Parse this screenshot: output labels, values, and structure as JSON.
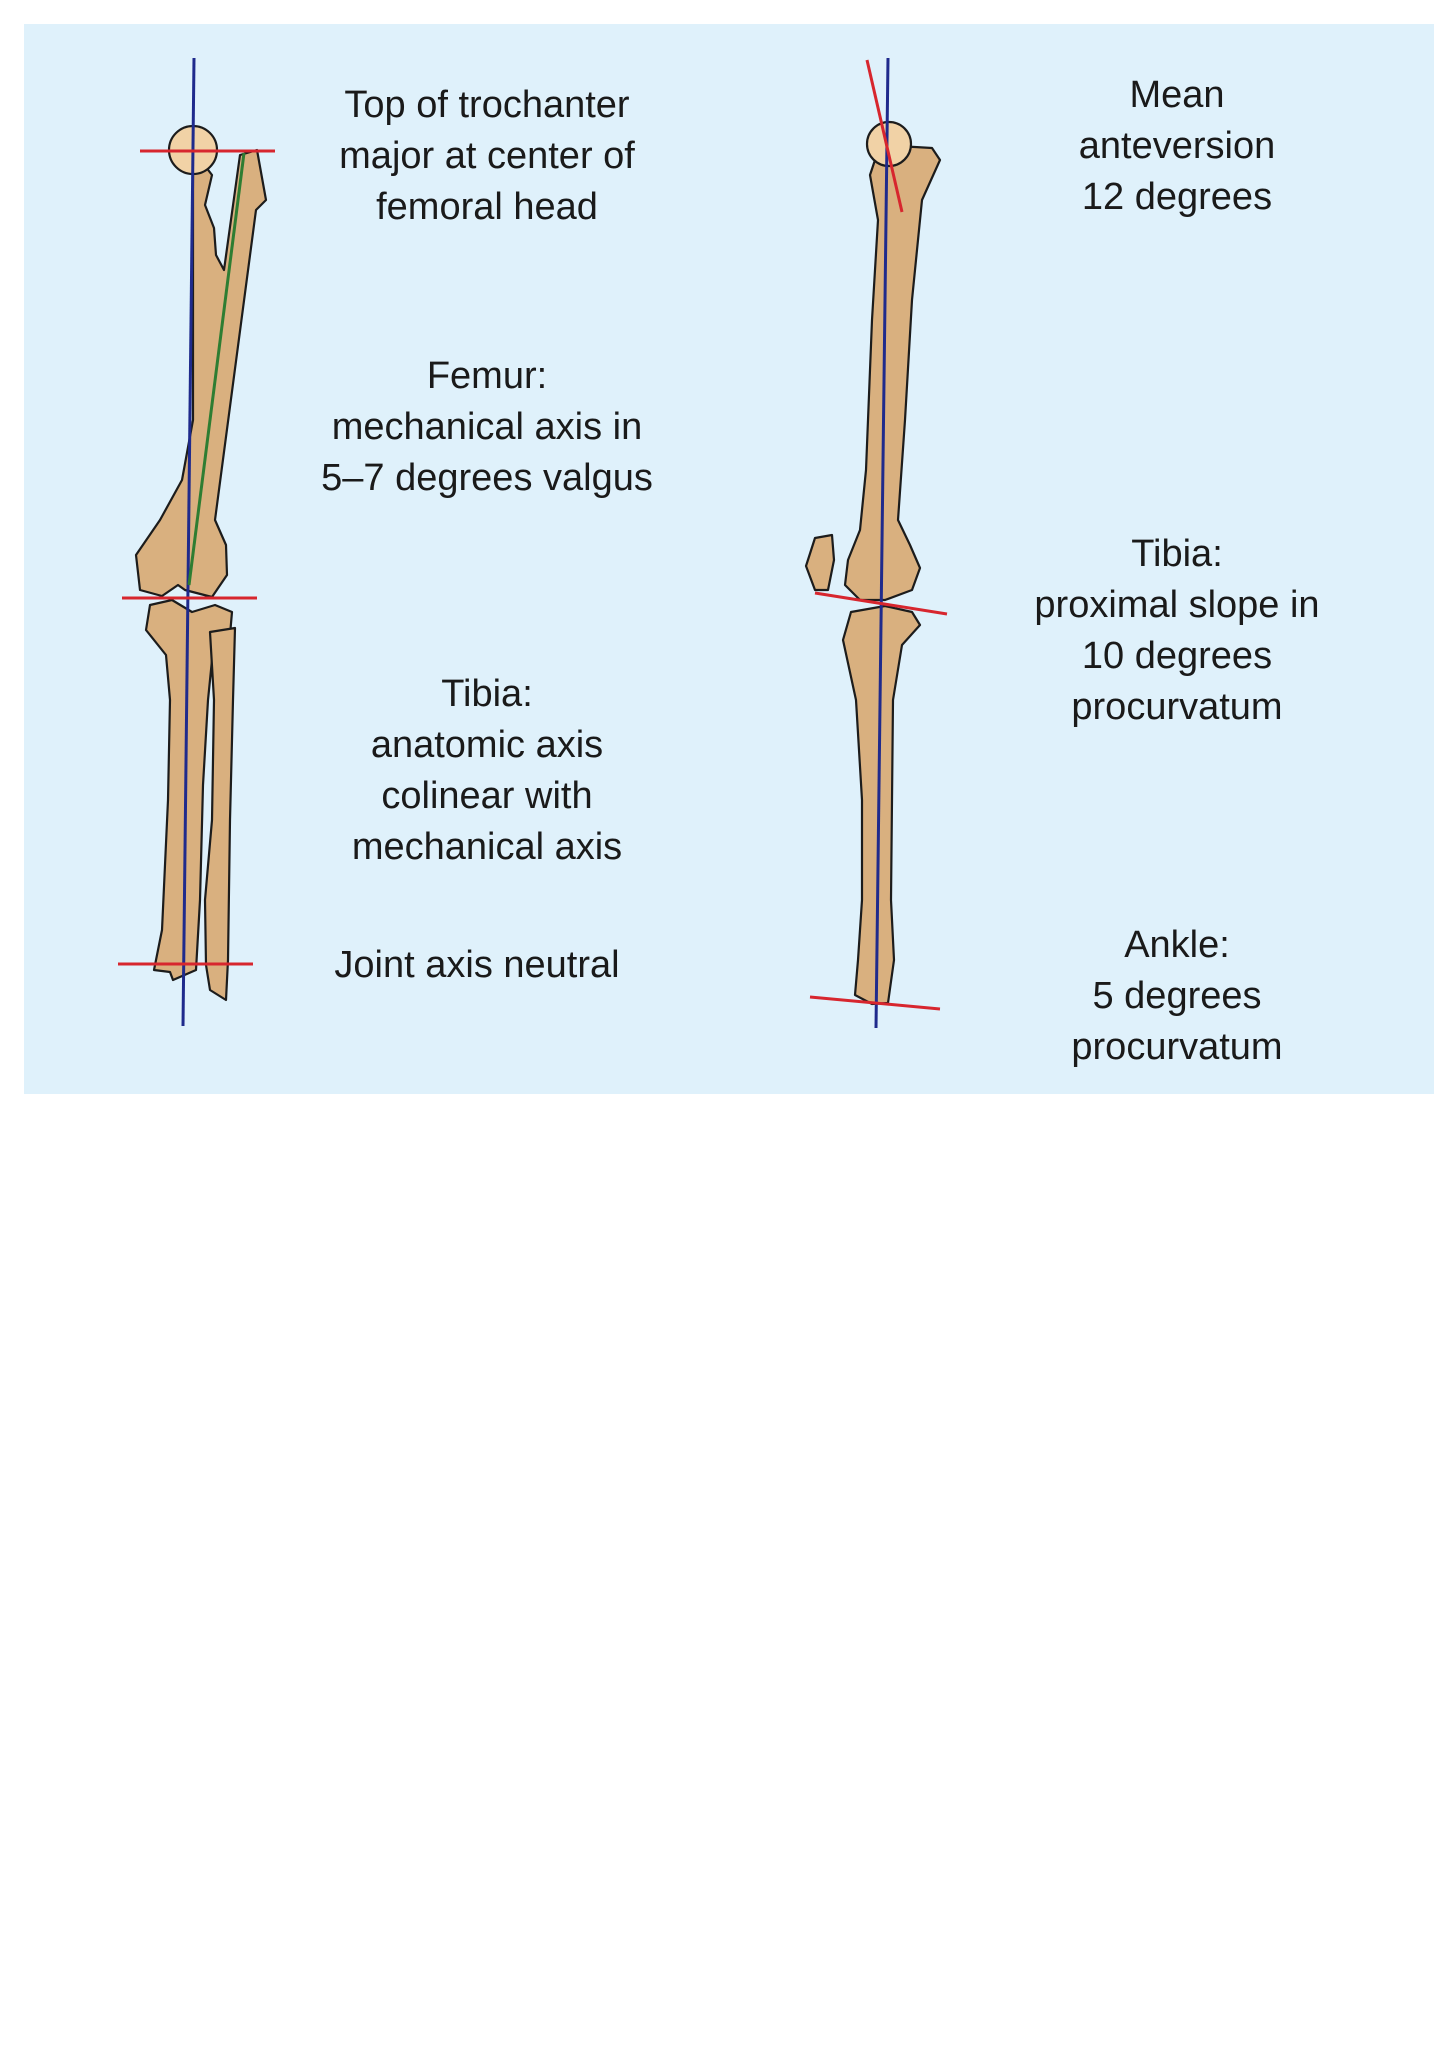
{
  "labels": {
    "trochanter": "Top of trochanter\nmajor at center of\nfemoral head",
    "femur_axis": "Femur:\nmechanical axis in\n5–7 degrees valgus",
    "tibia_anatomic": "Tibia:\nanatomic axis\ncolinear with\nmechanical axis",
    "joint_axis": "Joint axis neutral",
    "anteversion": "Mean\nanteversion\n12 degrees",
    "tibia_slope": "Tibia:\nproximal slope in\n10 degrees\nprocurvatum",
    "ankle": "Ankle:\n5 degrees\nprocurvatum"
  },
  "colors": {
    "background": "#dff1fb",
    "bone": "#d9b07f",
    "mechanical_axis": "#1f2a8c",
    "joint_line": "#d7262e",
    "anatomic_axis": "#2e7d32"
  }
}
